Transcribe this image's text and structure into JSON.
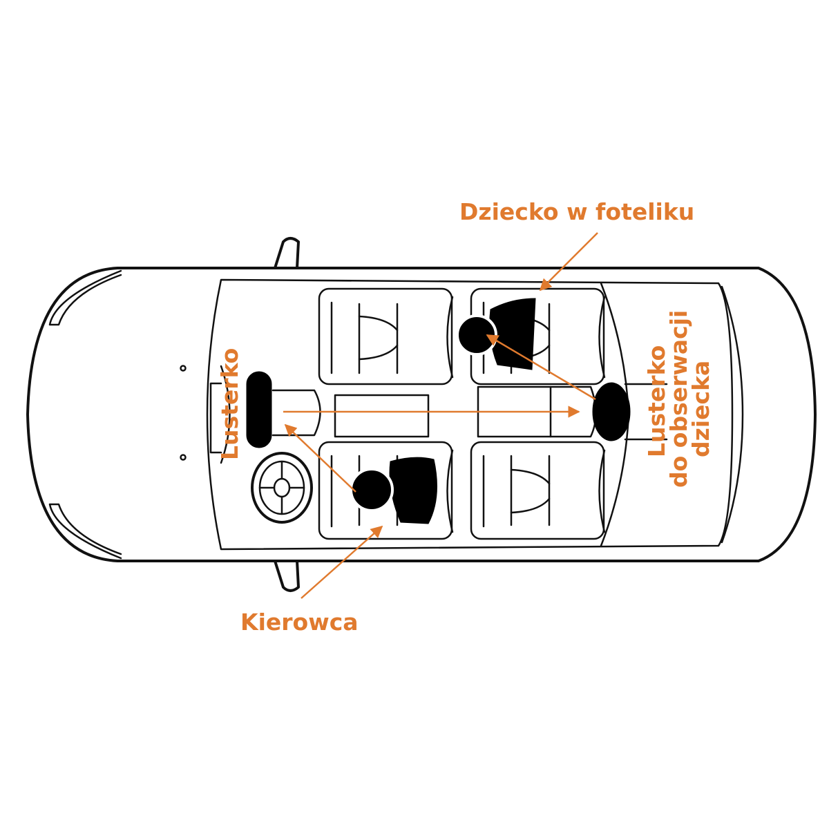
{
  "labels": {
    "child_in_seat": "Dziecko w foteliku",
    "mirror": "Lusterko",
    "observation_mirror_line1": "Lusterko",
    "observation_mirror_line2": "do obserwacji",
    "observation_mirror_line3": "dziecka",
    "driver": "Kierowca"
  },
  "colors": {
    "label": "#e07a2e",
    "outline": "#111111",
    "fill_dark": "#000000",
    "background": "#ffffff"
  },
  "icons": [
    "car-top-view",
    "steering-wheel-icon",
    "child-seat-icon",
    "driver-icon",
    "rearview-mirror-icon",
    "observation-mirror-icon"
  ]
}
